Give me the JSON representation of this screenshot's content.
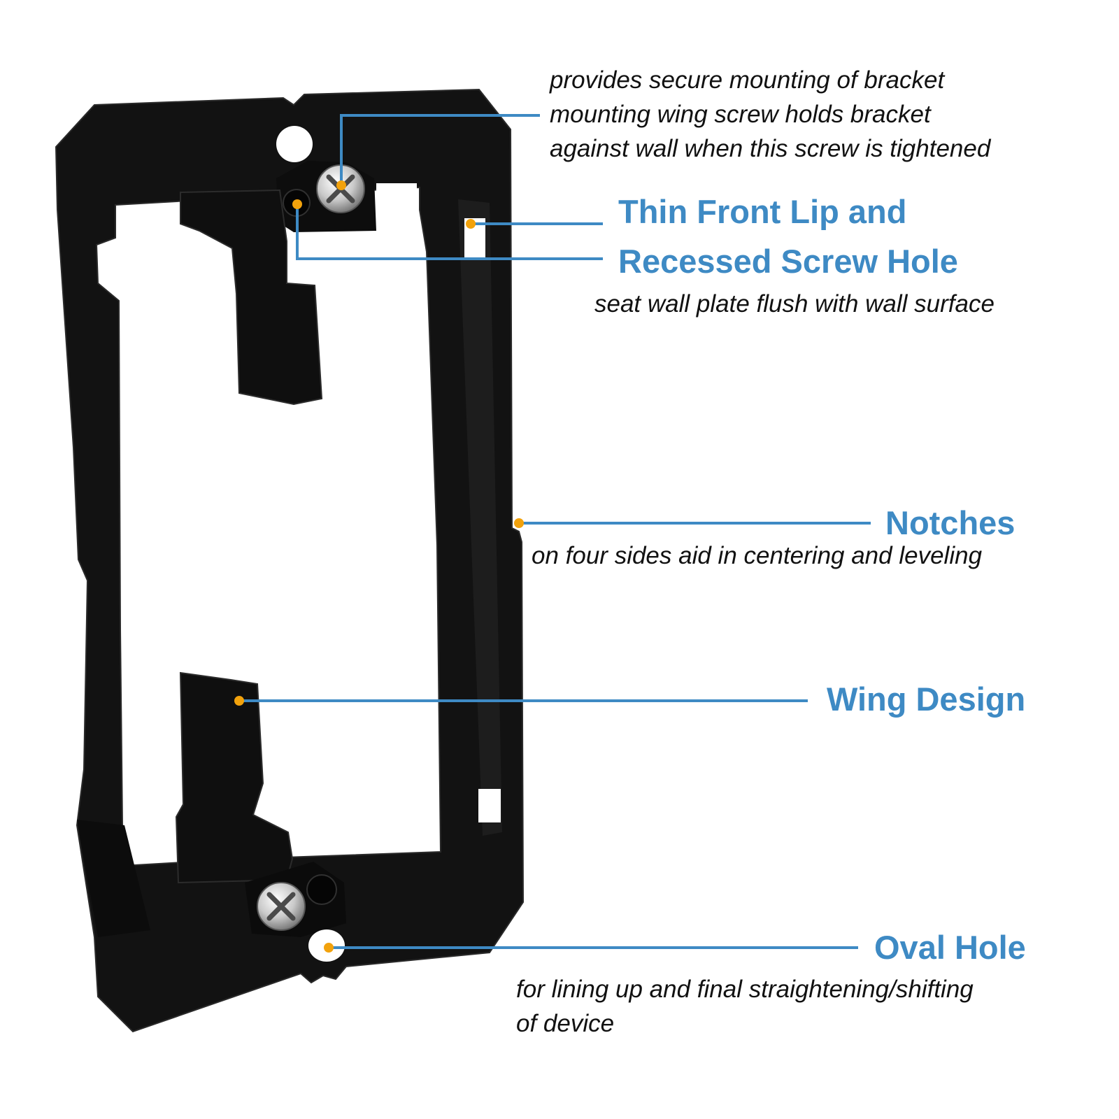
{
  "colors": {
    "background": "#ffffff",
    "bracket": "#121212",
    "bracket_edge": "#2a2a2a",
    "callout_line": "#3e8ac4",
    "callout_dot": "#f2a20c",
    "title_text": "#3e8ac4",
    "description_text": "#111111"
  },
  "callouts": {
    "screw": {
      "lines": [
        "provides secure mounting of bracket",
        "mounting wing screw holds bracket",
        "against wall when this screw is tightened"
      ]
    },
    "lip_hole": {
      "title_1": "Thin Front Lip and",
      "title_2": "Recessed Screw Hole",
      "description": "seat wall plate flush with wall surface"
    },
    "notches": {
      "title": "Notches",
      "description": "on four sides aid in centering and leveling"
    },
    "wing": {
      "title": "Wing Design"
    },
    "oval": {
      "title": "Oval Hole",
      "description_1": "for lining up and final straightening/shifting",
      "description_2": "of device"
    }
  }
}
